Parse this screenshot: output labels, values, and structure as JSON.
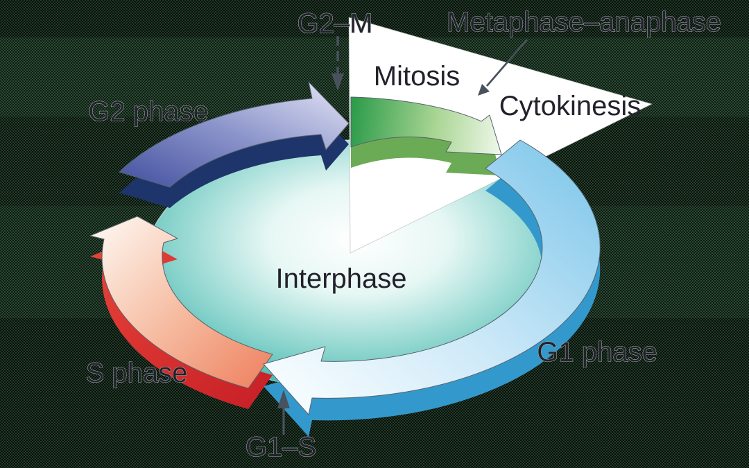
{
  "diagram": {
    "center_label": "Interphase",
    "phase_labels": {
      "g1": "G1 phase",
      "s": "S phase",
      "g2": "G2 phase",
      "mitosis": "Mitosis",
      "cytokinesis": "Cytokinesis"
    },
    "checkpoints": {
      "g2_m": "G2–M",
      "metaphase_anaphase": "Metaphase–anaphase",
      "g1_s": "G1–S"
    },
    "colors": {
      "g1_arrow_side": "#3399cc",
      "s_arrow_side": "#d8242a",
      "g2_arrow_side": "#1d356b",
      "mitosis_arrow_side": "#6cab55",
      "interphase_disc_edge": "#1b9e97",
      "wedge": "#ffffff",
      "annotation_arrow": "#49525c",
      "label_text": "#22222c"
    }
  }
}
